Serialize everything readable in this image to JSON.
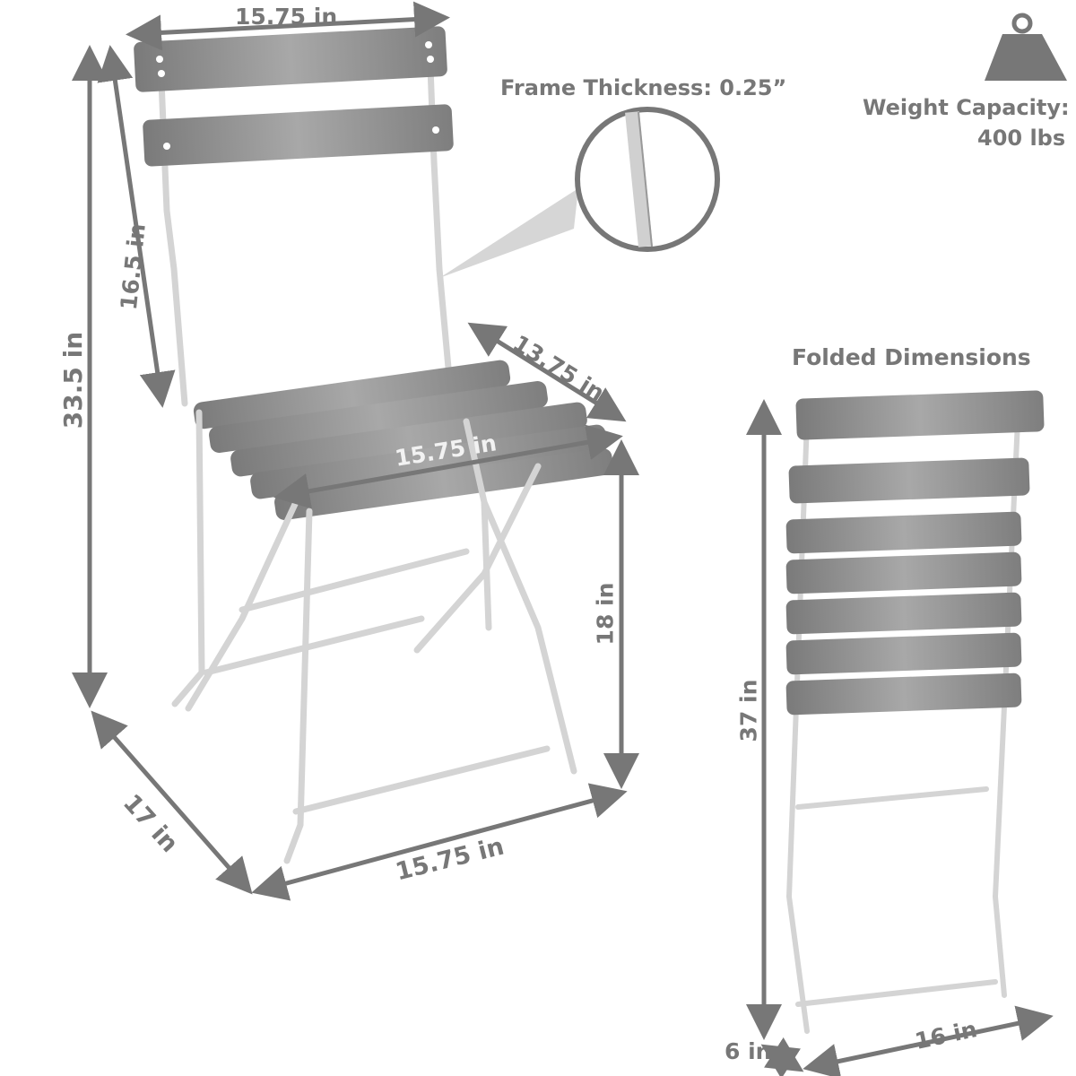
{
  "dimensions": {
    "back_width": "15.75 in",
    "frame_thickness": "Frame Thickness: 0.25”",
    "back_height": "16.5 in",
    "total_height": "33.5 in",
    "seat_depth": "13.75 in",
    "seat_width": "15.75 in",
    "seat_height": "18 in",
    "base_depth": "17 in",
    "base_width": "15.75 in"
  },
  "weight": {
    "label": "Weight Capacity:",
    "value": "400 lbs",
    "icon": "weight-icon"
  },
  "folded": {
    "title": "Folded Dimensions",
    "height": "37 in",
    "depth": "6 in",
    "width": "16 in"
  },
  "colors": {
    "text": "#777777",
    "arrow": "#777777",
    "wood": "#8a8a8a",
    "frame": "#d8d8d8"
  }
}
